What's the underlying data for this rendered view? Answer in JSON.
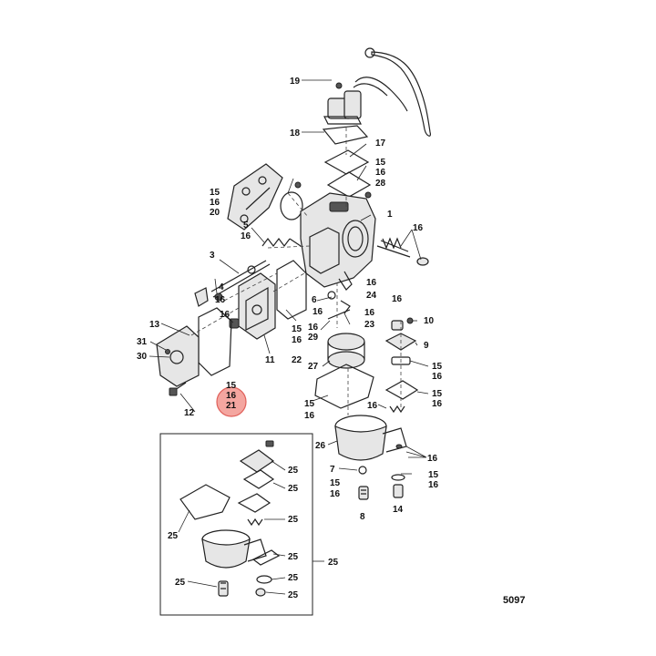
{
  "figure_number": "5097",
  "colors": {
    "highlight": "#f4a6a0",
    "line": "#222222"
  },
  "highlighted_callout": [
    "15",
    "16",
    "21"
  ],
  "callouts": {
    "c19": "19",
    "c18": "18",
    "c17": "17",
    "c15a": "15",
    "c16a": "16",
    "c28": "28",
    "c15b": "15",
    "c16b": "16",
    "c20": "20",
    "c1": "1",
    "c5": "5",
    "c16c": "16",
    "c16d": "16",
    "c3": "3",
    "c4": "4",
    "c16e": "16",
    "c16f": "16",
    "c6": "6",
    "c16g": "16",
    "c16h": "16",
    "c24": "24",
    "c16i": "16",
    "c13": "13",
    "c31": "31",
    "c30": "30",
    "c11": "11",
    "c15c": "15",
    "c16j": "16",
    "c22": "22",
    "c16k": "16",
    "c29": "29",
    "c16l": "16",
    "c23": "23",
    "c10": "10",
    "c9": "9",
    "c15d": "15",
    "c16m": "16",
    "c15e": "15",
    "c16n": "16",
    "c27": "27",
    "c15f": "15",
    "c16o": "16",
    "c21": "21",
    "c12": "12",
    "c15g": "15",
    "c16p": "16",
    "c16q": "16",
    "c26": "26",
    "c16r": "16",
    "c7": "7",
    "c15h": "15",
    "c16s": "16",
    "c15i": "15",
    "c16t": "16",
    "c8": "8",
    "c14": "14",
    "c25a": "25",
    "c25b": "25",
    "c25c": "25",
    "c25d": "25",
    "c25e": "25",
    "c25f": "25",
    "c25g": "25",
    "c25h": "25",
    "c25i": "25"
  }
}
